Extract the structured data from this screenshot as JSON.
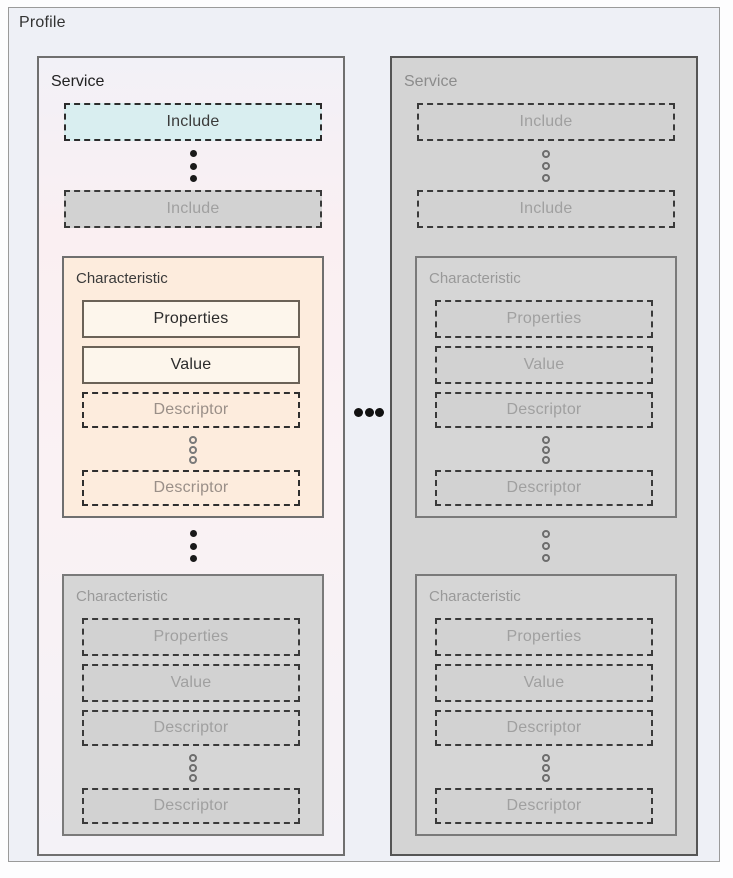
{
  "diagram": {
    "title": "Profile",
    "services": [
      {
        "name": "Service",
        "state": "active",
        "includes": [
          {
            "label": "Include",
            "state": "active"
          },
          {
            "label": "Include",
            "state": "dimmed"
          }
        ],
        "characteristics": [
          {
            "name": "Characteristic",
            "state": "active",
            "properties_label": "Properties",
            "value_label": "Value",
            "descriptors": [
              {
                "label": "Descriptor"
              },
              {
                "label": "Descriptor"
              }
            ]
          },
          {
            "name": "Characteristic",
            "state": "dimmed",
            "properties_label": "Properties",
            "value_label": "Value",
            "descriptors": [
              {
                "label": "Descriptor"
              },
              {
                "label": "Descriptor"
              }
            ]
          }
        ]
      },
      {
        "name": "Service",
        "state": "dimmed",
        "includes": [
          {
            "label": "Include",
            "state": "dimmed"
          },
          {
            "label": "Include",
            "state": "dimmed"
          }
        ],
        "characteristics": [
          {
            "name": "Characteristic",
            "state": "dimmed",
            "properties_label": "Properties",
            "value_label": "Value",
            "descriptors": [
              {
                "label": "Descriptor"
              },
              {
                "label": "Descriptor"
              }
            ]
          },
          {
            "name": "Characteristic",
            "state": "dimmed",
            "properties_label": "Properties",
            "value_label": "Value",
            "descriptors": [
              {
                "label": "Descriptor"
              },
              {
                "label": "Descriptor"
              }
            ]
          }
        ]
      }
    ],
    "ellipsis": {
      "vertical_glyph": "vertical-ellipsis",
      "horizontal_glyph": "horizontal-ellipsis"
    },
    "colors": {
      "profile_bg": "#eef0f6",
      "service_active_bg": "#faf0f3",
      "service_dimmed_bg": "#d4d4d4",
      "include_highlight_bg": "#d9eef0",
      "characteristic_highlight_bg": "#fdecdd",
      "solid_box_bg": "#fdf6ec",
      "dimmed_text": "#a0a0a0",
      "active_text": "#2b2b2b"
    }
  }
}
